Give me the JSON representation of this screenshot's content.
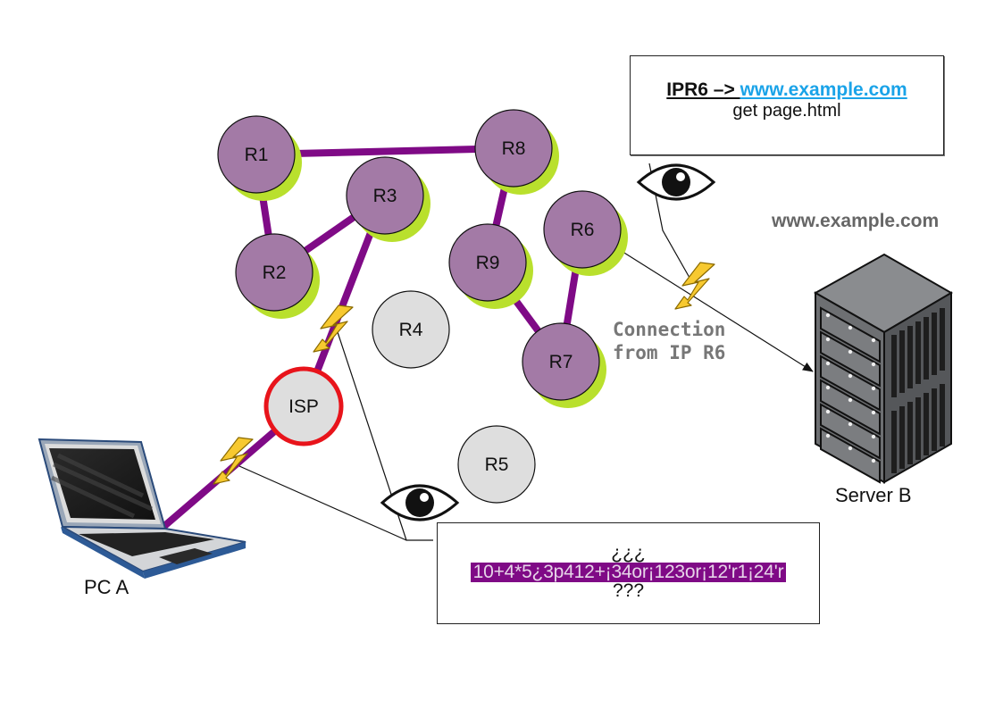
{
  "diagram": {
    "colors": {
      "active_node_fill": "#a37aa6",
      "node_shadow": "#b9e02d",
      "idle_node_fill": "#dedede",
      "isp_ring": "#e8141b",
      "link": "#7f0a86",
      "bolt": "#f7c930",
      "encrypted_bg": "#7f0a86",
      "domain_link": "#1aa3e8"
    },
    "nodes": [
      {
        "id": "R1",
        "label": "R1",
        "active": true
      },
      {
        "id": "R2",
        "label": "R2",
        "active": true
      },
      {
        "id": "R3",
        "label": "R3",
        "active": true
      },
      {
        "id": "R4",
        "label": "R4",
        "active": false
      },
      {
        "id": "R5",
        "label": "R5",
        "active": false
      },
      {
        "id": "R6",
        "label": "R6",
        "active": true
      },
      {
        "id": "R7",
        "label": "R7",
        "active": true
      },
      {
        "id": "R8",
        "label": "R8",
        "active": true
      },
      {
        "id": "R9",
        "label": "R9",
        "active": true
      },
      {
        "id": "ISP",
        "label": "ISP",
        "active": false,
        "highlight": true
      }
    ],
    "links": [
      [
        "R1",
        "R8"
      ],
      [
        "R1",
        "R2"
      ],
      [
        "R2",
        "R3"
      ],
      [
        "R3",
        "ISP"
      ],
      [
        "R8",
        "R9"
      ],
      [
        "R9",
        "R7"
      ],
      [
        "R7",
        "R6"
      ],
      [
        "ISP",
        "PC A"
      ]
    ],
    "observers": [
      {
        "name": "eavesdropper-exit",
        "icon": "eye-icon"
      },
      {
        "name": "eavesdropper-entry",
        "icon": "eye-icon"
      }
    ]
  },
  "exit_box": {
    "ip": "IPR6",
    "arrow": " –> ",
    "domain": "www.example.com",
    "request": "get page.html"
  },
  "entry_box": {
    "top": "¿¿¿",
    "encrypted": "10+4*5¿3p412+¡34or¡123or¡12'r1¡24'r",
    "bottom": "???"
  },
  "labels": {
    "server_domain": "www.example.com",
    "server_name": "Server B",
    "pc_name": "PC A",
    "connection_line1": "Connection",
    "connection_line2": "from IP R6"
  }
}
